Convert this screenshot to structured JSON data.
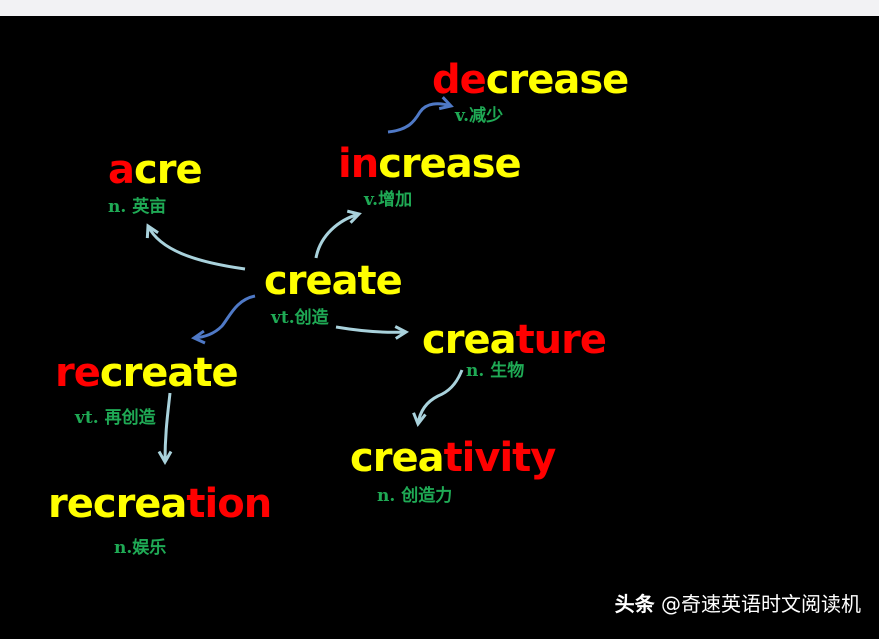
{
  "colors": {
    "background": "#000000",
    "root": "#ffff00",
    "affix": "#ff0000",
    "gloss": "#1faa55",
    "arrow_light": "#a9d2dc",
    "arrow_blue": "#4f79c6"
  },
  "words": {
    "create": {
      "parts": [
        {
          "t": "create",
          "affix": false
        }
      ],
      "gloss": "vt.创造"
    },
    "acre": {
      "parts": [
        {
          "t": "a",
          "affix": true
        },
        {
          "t": "cre",
          "affix": false
        }
      ],
      "gloss": "n.  英亩"
    },
    "increase": {
      "parts": [
        {
          "t": "in",
          "affix": true
        },
        {
          "t": "crease",
          "affix": false
        }
      ],
      "gloss": "v.增加"
    },
    "decrease": {
      "parts": [
        {
          "t": "de",
          "affix": true
        },
        {
          "t": "crease",
          "affix": false
        }
      ],
      "gloss": "v.减少"
    },
    "recreate": {
      "parts": [
        {
          "t": "re",
          "affix": true
        },
        {
          "t": "create",
          "affix": false
        }
      ],
      "gloss": "vt.  再创造"
    },
    "recreation": {
      "parts": [
        {
          "t": "recrea",
          "affix": false
        },
        {
          "t": "tion",
          "affix": true
        }
      ],
      "gloss": "n.娱乐"
    },
    "creature": {
      "parts": [
        {
          "t": "crea",
          "affix": false
        },
        {
          "t": "ture",
          "affix": true
        }
      ],
      "gloss": "n.  生物"
    },
    "creativity": {
      "parts": [
        {
          "t": "crea",
          "affix": false
        },
        {
          "t": "tivity",
          "affix": true
        }
      ],
      "gloss": "n.  创造力"
    }
  },
  "watermark": {
    "brand": "头条",
    "handle": "@奇速英语时文阅读机"
  }
}
